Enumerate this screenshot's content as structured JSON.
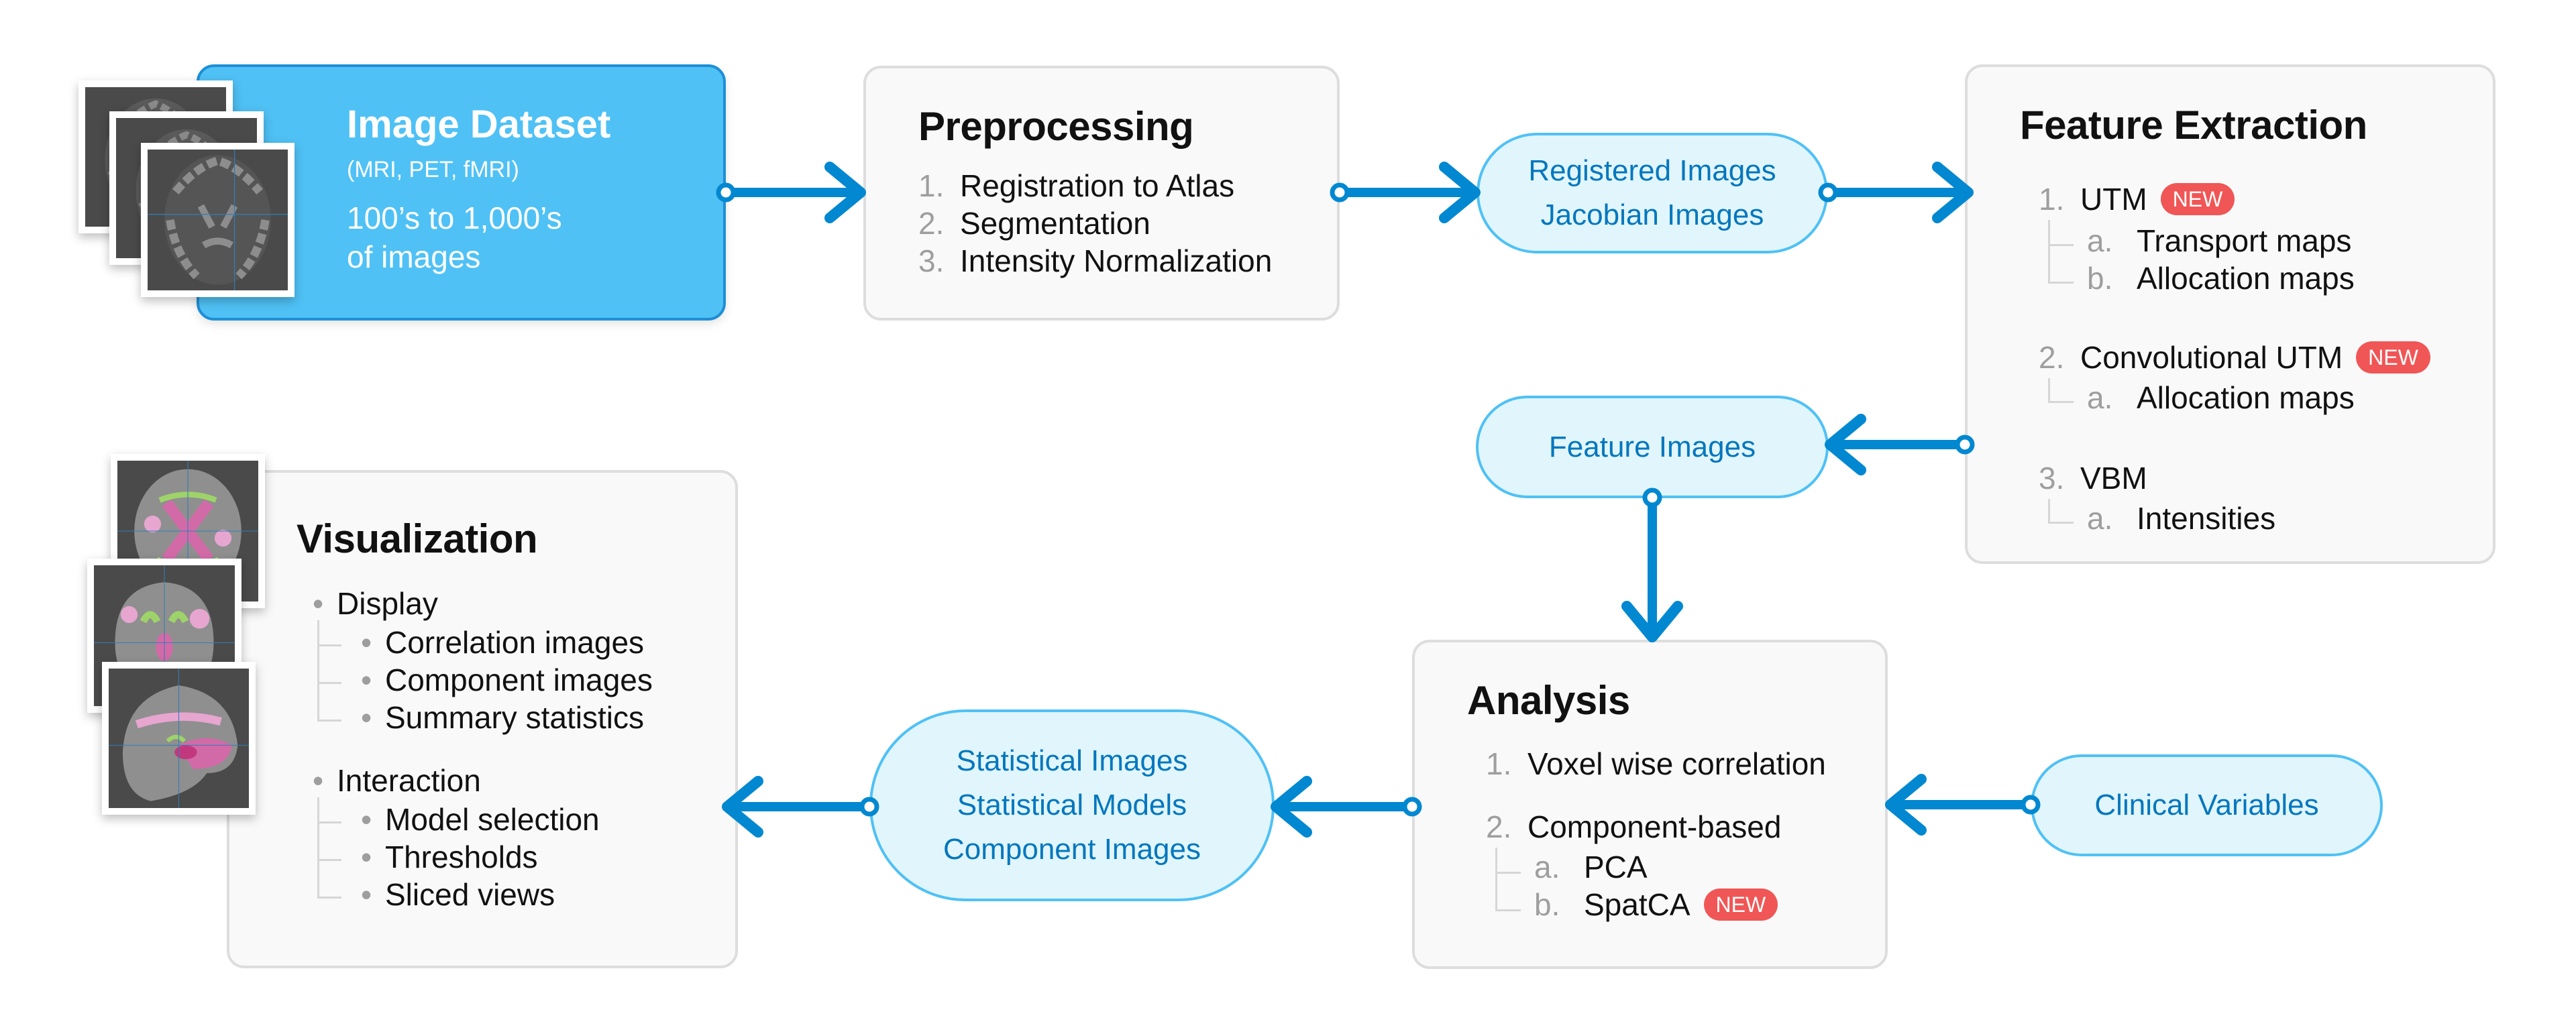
{
  "colors": {
    "arrow": "#0288d1",
    "dataset_fill": "#4fc1f5",
    "pill_fill": "#e1f5fd",
    "pill_border": "#4fc1f5",
    "pill_text": "#0277bd",
    "badge": "#f05656",
    "box_fill": "#f9f9f9",
    "box_border": "#dddddd"
  },
  "image_dataset": {
    "title": "Image Dataset",
    "modalities": "(MRI, PET, fMRI)",
    "count_line1": "100’s to 1,000’s",
    "count_line2": "of images"
  },
  "preprocessing": {
    "title": "Preprocessing",
    "items": [
      {
        "num": "1.",
        "label": "Registration to Atlas"
      },
      {
        "num": "2.",
        "label": "Segmentation"
      },
      {
        "num": "3.",
        "label": "Intensity Normalization"
      }
    ]
  },
  "registered_pill": {
    "lines": [
      "Registered Images",
      "Jacobian Images"
    ]
  },
  "feature_extraction": {
    "title": "Feature Extraction",
    "badge": "NEW",
    "items": [
      {
        "num": "1.",
        "label": "UTM",
        "new": true,
        "sub": [
          {
            "num": "a.",
            "label": "Transport maps"
          },
          {
            "num": "b.",
            "label": "Allocation maps"
          }
        ]
      },
      {
        "num": "2.",
        "label": "Convolutional UTM",
        "new": true,
        "sub": [
          {
            "num": "a.",
            "label": "Allocation maps"
          }
        ]
      },
      {
        "num": "3.",
        "label": "VBM",
        "new": false,
        "sub": [
          {
            "num": "a.",
            "label": "Intensities"
          }
        ]
      }
    ]
  },
  "feature_pill": {
    "lines": [
      "Feature Images"
    ]
  },
  "analysis": {
    "title": "Analysis",
    "badge": "NEW",
    "items": [
      {
        "num": "1.",
        "label": "Voxel wise correlation",
        "sub": []
      },
      {
        "num": "2.",
        "label": "Component-based",
        "sub": [
          {
            "num": "a.",
            "label": "PCA",
            "new": false
          },
          {
            "num": "b.",
            "label": "SpatCA",
            "new": true
          }
        ]
      }
    ]
  },
  "clinical_pill": {
    "lines": [
      "Clinical Variables"
    ]
  },
  "statistical_pill": {
    "lines": [
      "Statistical Images",
      "Statistical Models",
      "Component Images"
    ]
  },
  "visualization": {
    "title": "Visualization",
    "bullet": "•",
    "groups": [
      {
        "label": "Display",
        "items": [
          "Correlation images",
          "Component images",
          "Summary statistics"
        ]
      },
      {
        "label": "Interaction",
        "items": [
          "Model selection",
          "Thresholds",
          "Sliced views"
        ]
      }
    ]
  },
  "icons": {
    "dataset_images": "mri-slice-stack-icon",
    "visualization_images": "brain-overlay-stack-icon",
    "arrow": "arrow-right-icon"
  }
}
